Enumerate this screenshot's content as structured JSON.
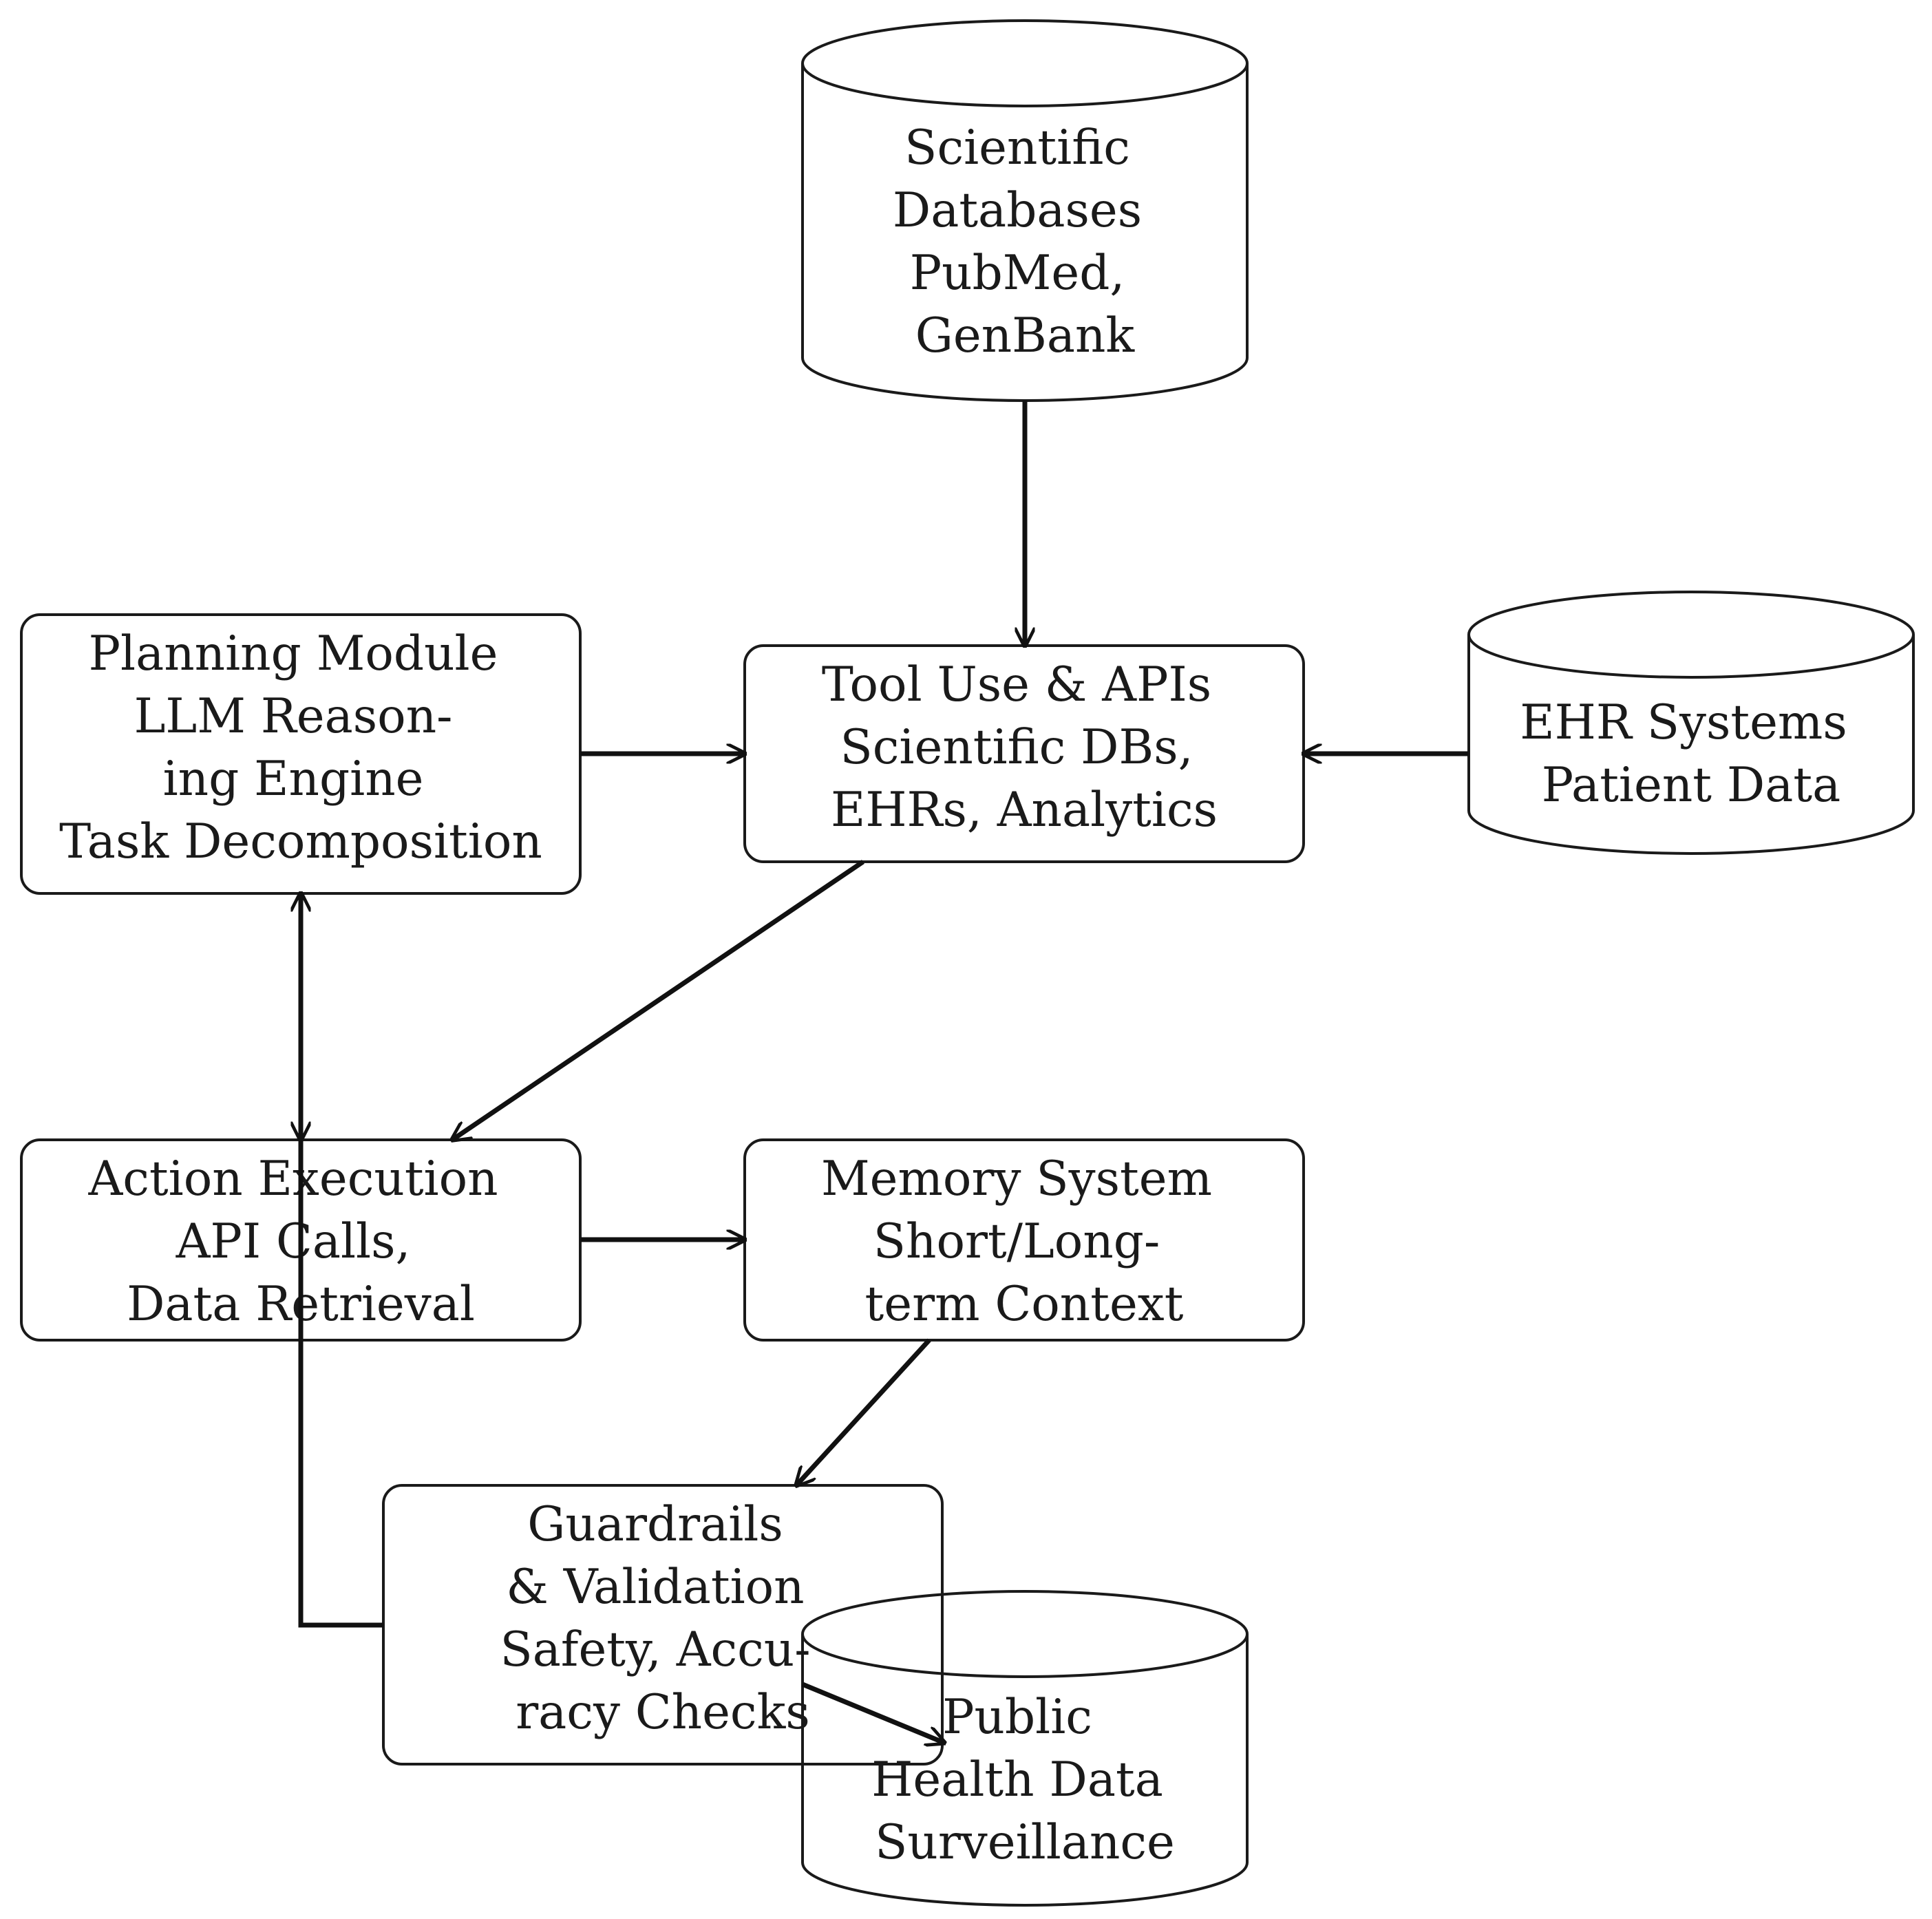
{
  "nodes": {
    "scientific_databases": {
      "shape": "cylinder",
      "lines": [
        "Scientific",
        "Databases",
        "PubMed,",
        "GenBank"
      ]
    },
    "planning_module": {
      "shape": "rounded-rectangle",
      "lines": [
        "Planning Module",
        "LLM Reason-",
        "ing Engine",
        "Task Decomposition"
      ]
    },
    "tool_use": {
      "shape": "rounded-rectangle",
      "lines": [
        "Tool Use & APIs",
        "Scientific DBs,",
        "EHRs, Analytics"
      ]
    },
    "ehr_systems": {
      "shape": "cylinder",
      "lines": [
        "EHR Systems",
        "Patient Data"
      ]
    },
    "action_execution": {
      "shape": "rounded-rectangle",
      "lines": [
        "Action Execution",
        "API Calls,",
        "Data Retrieval"
      ]
    },
    "memory_system": {
      "shape": "rounded-rectangle",
      "lines": [
        "Memory System",
        "Short/Long-",
        "term Context"
      ]
    },
    "guardrails": {
      "shape": "rounded-rectangle",
      "lines": [
        "Guardrails",
        "& Validation",
        "Safety, Accu-",
        "racy Checks"
      ]
    },
    "public_health": {
      "shape": "cylinder",
      "lines": [
        "Public",
        "Health Data",
        "Surveillance"
      ]
    }
  },
  "edges": [
    {
      "from": "scientific_databases",
      "to": "tool_use"
    },
    {
      "from": "planning_module",
      "to": "tool_use"
    },
    {
      "from": "ehr_systems",
      "to": "tool_use"
    },
    {
      "from": "tool_use",
      "to": "action_execution"
    },
    {
      "from": "planning_module",
      "to": "action_execution",
      "bidirectional": true
    },
    {
      "from": "action_execution",
      "to": "memory_system"
    },
    {
      "from": "memory_system",
      "to": "guardrails"
    },
    {
      "from": "guardrails",
      "to": "planning_module"
    },
    {
      "from": "guardrails",
      "to": "public_health"
    }
  ]
}
